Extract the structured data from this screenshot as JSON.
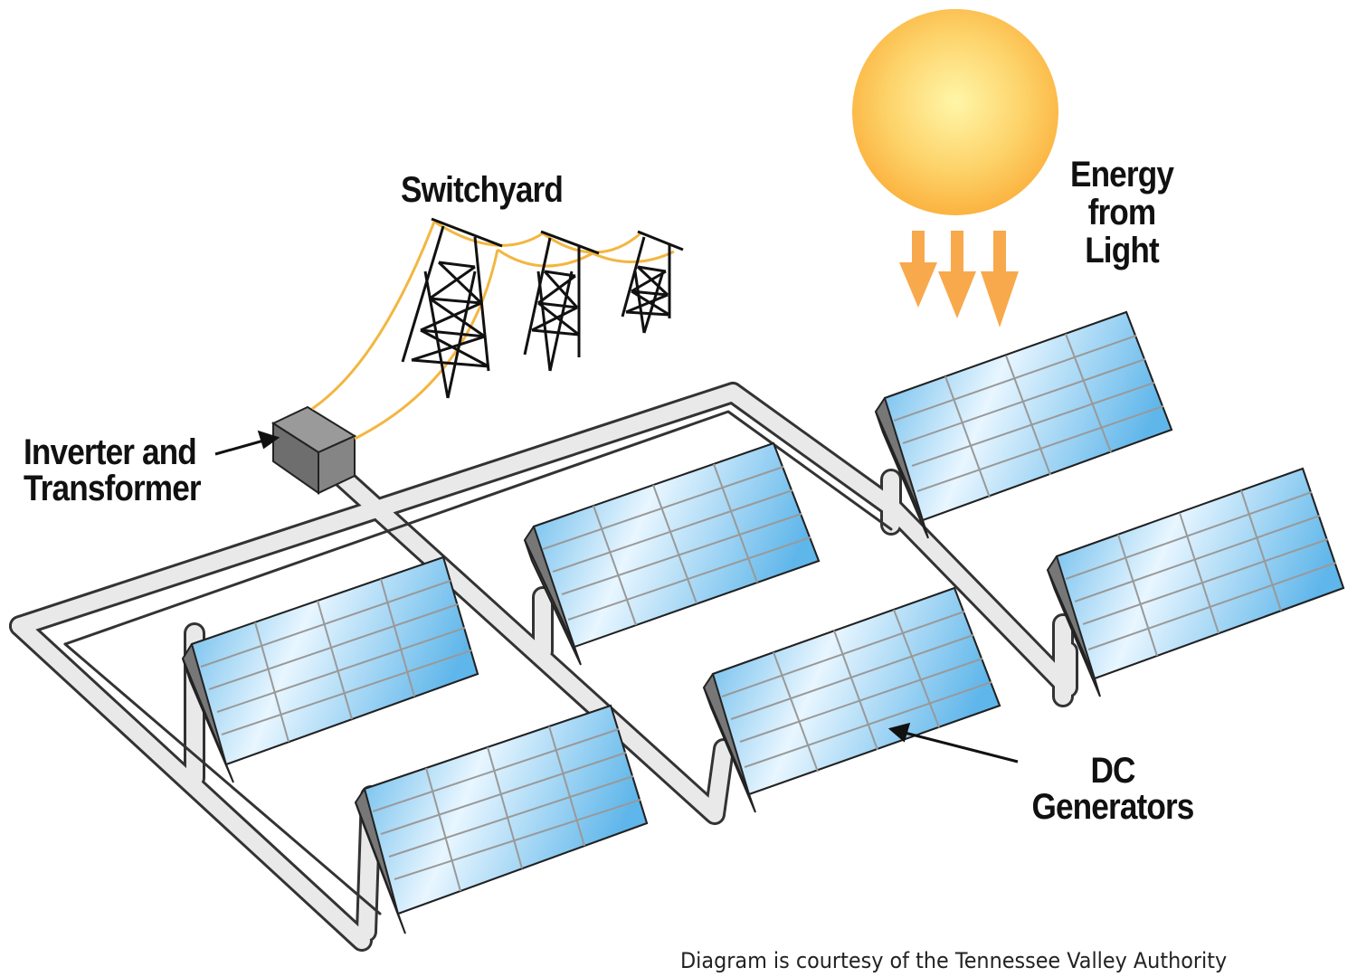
{
  "labels": {
    "switchyard": "Switchyard",
    "inverter_line1": "Inverter and",
    "inverter_line2": "Transformer",
    "energy_line1": "Energy",
    "energy_line2": "from",
    "energy_line3": "Light",
    "dc_line1": "DC",
    "dc_line2": "Generators"
  },
  "credit": "Diagram is courtesy of the Tennessee Valley Authority",
  "colors": {
    "sun": "#fcc04a",
    "arrows": "#f8a94c",
    "panel_blue": "#7cc6f0",
    "panel_frame": "#8a8a8a",
    "pipe": "#d8d8d8",
    "wire": "#f3b640"
  },
  "icons": [
    "sun-icon",
    "transmission-tower-icon",
    "solar-panel-icon",
    "inverter-box-icon"
  ]
}
